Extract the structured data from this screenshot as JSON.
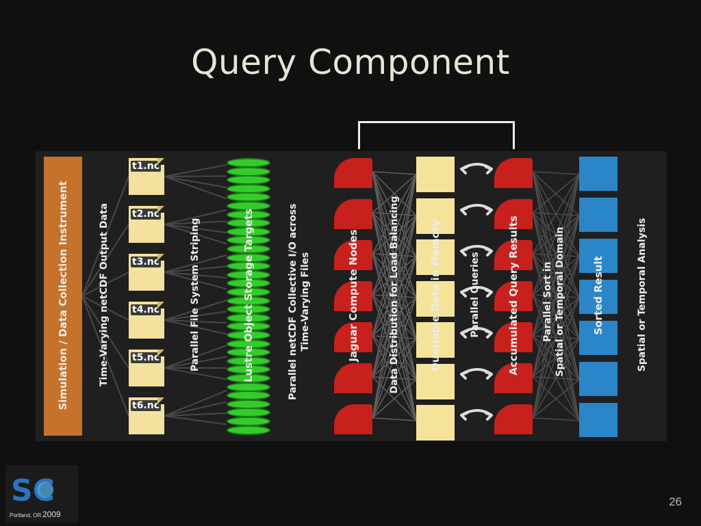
{
  "slide": {
    "title": "Query Component",
    "page_number": "26"
  },
  "diagram": {
    "columns": [
      "Simulation / Data Collection Instrument",
      "Time-Varying netCDF Output Data",
      "Parallel File System Striping",
      "Lustre Object Storage Targets",
      "Parallel netCDF Collective I/O across\nTime-Varying Files",
      "Jaguar Compute Nodes",
      "Data Distribution for Load Balancing",
      "Queriable Data in Memory",
      "Parallel Queries",
      "Accumulated Query Results",
      "Parallel Sort in\nSpatial or Temporal Domain",
      "Sorted Result",
      "Spatial or Temporal Analysis"
    ],
    "files": [
      "t1.nc",
      "t2.nc",
      "t3.nc",
      "t4.nc",
      "t5.nc",
      "t6.nc"
    ]
  },
  "logo": {
    "text": "SC",
    "place": "Portland, OR",
    "year": "2009"
  },
  "colors": {
    "background": "#101010",
    "simulation": "#c4722c",
    "file": "#f4e19d",
    "storage": "#34cc2c",
    "node": "#c8201c",
    "memory": "#f6e39a",
    "sorted": "#2a86c8"
  }
}
